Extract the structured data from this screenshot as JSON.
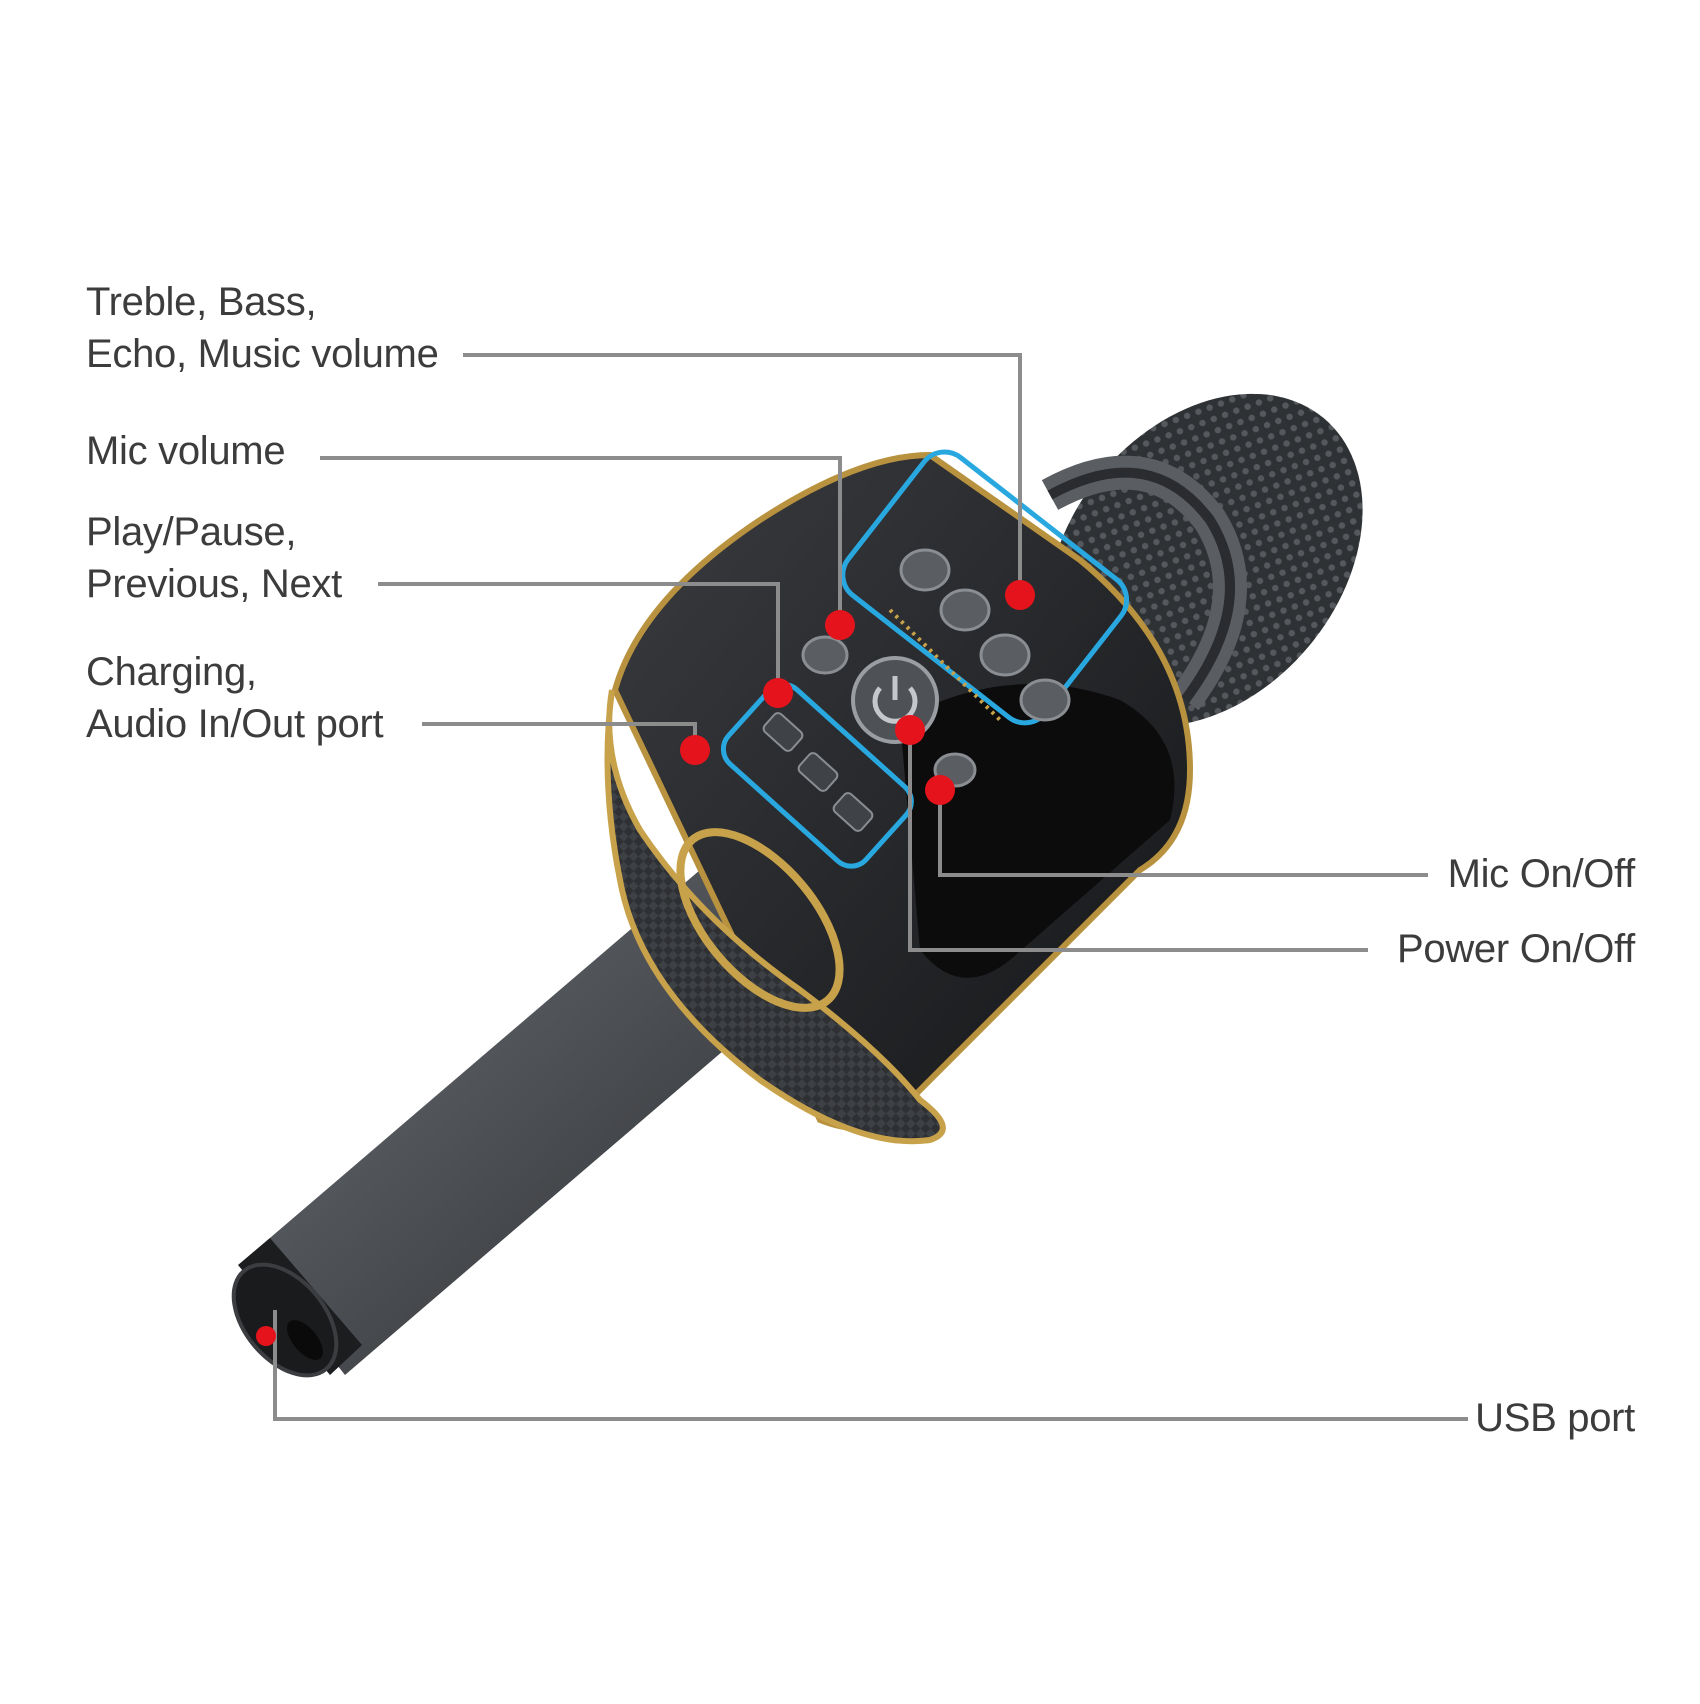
{
  "colors": {
    "background": "#ffffff",
    "leader_line": "#8c8c8c",
    "text": "#3c3c3c",
    "marker_dot": "#e5141c",
    "highlight_box": "#29a8e0",
    "body_dark": "#2a2c2f",
    "gold_trim": "#c8a24a",
    "grille": "#3a3d40",
    "handle": "#4a4d51"
  },
  "callouts": {
    "treble_bass": {
      "line1": "Treble, Bass,",
      "line2": "Echo, Music volume"
    },
    "mic_volume": {
      "line1": "Mic volume"
    },
    "play_pause": {
      "line1": "Play/Pause,",
      "line2": "Previous, Next"
    },
    "charging": {
      "line1": "Charging,",
      "line2": "Audio In/Out port"
    },
    "mic_on_off": {
      "line1": "Mic On/Off"
    },
    "power_on_off": {
      "line1": "Power On/Off"
    },
    "usb_port": {
      "line1": "USB port"
    }
  }
}
